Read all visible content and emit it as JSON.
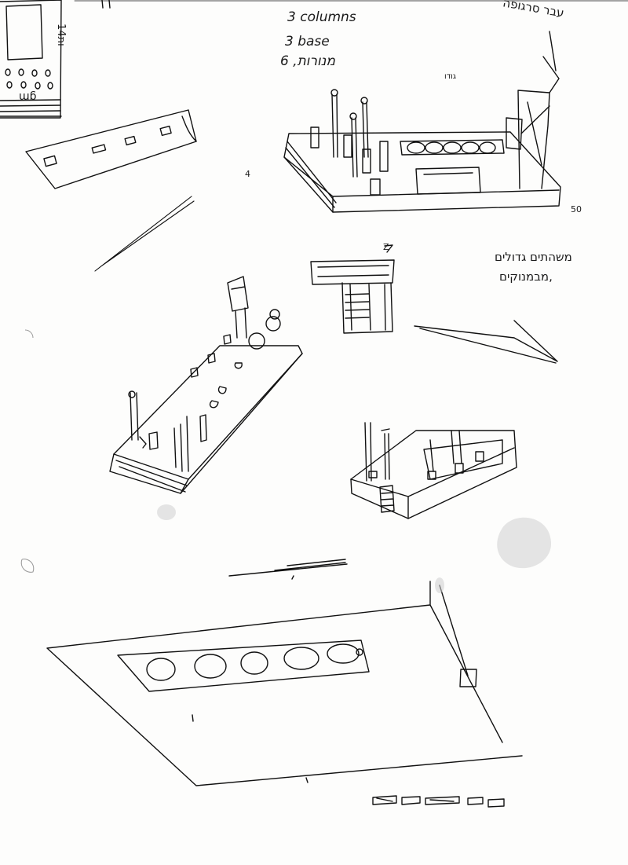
{
  "page": {
    "background": "#fdfdfc",
    "ink": "#111111"
  },
  "notes": {
    "columns": "3 columns",
    "base": "3 base",
    "hebrew_line": "מנורות, 6",
    "hebrew_top_right": "עבר סרגופה",
    "hebrew_right_1": "משהתים גדולים",
    "hebrew_right_2": "מבמנוקים,",
    "dim_top": "גודו",
    "dim_right": "50",
    "label_4": "4",
    "label_z": "Z",
    "margin_vertical": "14ות",
    "margin_gm": "gm"
  }
}
